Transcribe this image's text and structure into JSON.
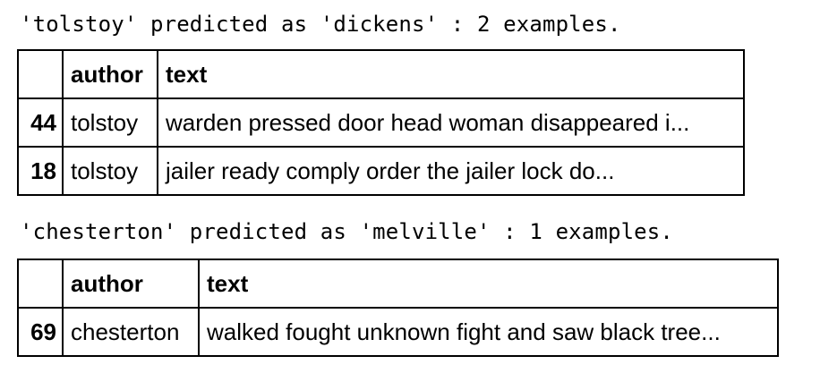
{
  "sections": [
    {
      "caption": "'tolstoy' predicted as 'dickens' : 2 examples.",
      "columns": [
        "",
        "author",
        "text"
      ],
      "rows": [
        {
          "index": "44",
          "author": "tolstoy",
          "text": "warden pressed door head woman disappeared i..."
        },
        {
          "index": "18",
          "author": "tolstoy",
          "text": "jailer ready comply order the jailer lock do..."
        }
      ]
    },
    {
      "caption": "'chesterton' predicted as 'melville' : 1 examples.",
      "columns": [
        "",
        "author",
        "text"
      ],
      "rows": [
        {
          "index": "69",
          "author": "chesterton",
          "text": "walked fought unknown fight and saw black tree..."
        }
      ]
    }
  ]
}
